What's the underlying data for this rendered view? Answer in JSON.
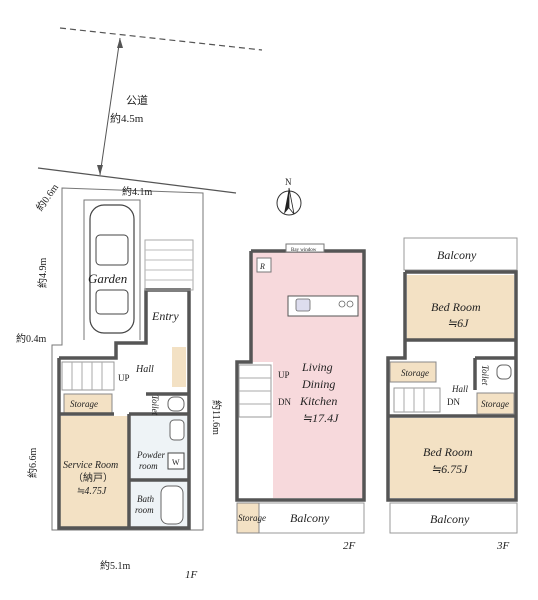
{
  "road": {
    "name": "公道",
    "width": "約4.5m"
  },
  "north": {
    "letter": "N"
  },
  "floor1": {
    "label": "1F",
    "dims": {
      "top": "約4.1m",
      "topleft": "約0.6m",
      "left_upper": "約4.9m",
      "left_mid": "約0.4m",
      "left_lower": "約6.6m",
      "bottom": "約5.1m",
      "right": "約11.6m"
    },
    "rooms": {
      "garden": "Garden",
      "entry": "Entry",
      "hall": "Hall",
      "up": "UP",
      "storage": "Storage",
      "toilet": "Toilet",
      "powder": [
        "Powder",
        "room"
      ],
      "w": "W",
      "bath": [
        "Bath",
        "room"
      ],
      "service": [
        "Service Room",
        "（納戸）",
        "≒4.75J"
      ]
    }
  },
  "floor2": {
    "label": "2F",
    "rooms": {
      "bay": "Bay window",
      "r": "R",
      "ldk": [
        "Living",
        "Dining",
        "Kitchen",
        "≒17.4J"
      ],
      "up": "UP",
      "dn": "DN",
      "balcony": "Balcony",
      "storage": "Storage"
    }
  },
  "floor3": {
    "label": "3F",
    "rooms": {
      "balcony_top": "Balcony",
      "bed1": [
        "Bed Room",
        "≒6J"
      ],
      "storage_l": "Storage",
      "toilet": "Toilet",
      "hall": "Hall",
      "dn": "DN",
      "storage_r": "Storage",
      "bed2": [
        "Bed Room",
        "≒6.75J"
      ],
      "balcony_bottom": "Balcony"
    }
  }
}
